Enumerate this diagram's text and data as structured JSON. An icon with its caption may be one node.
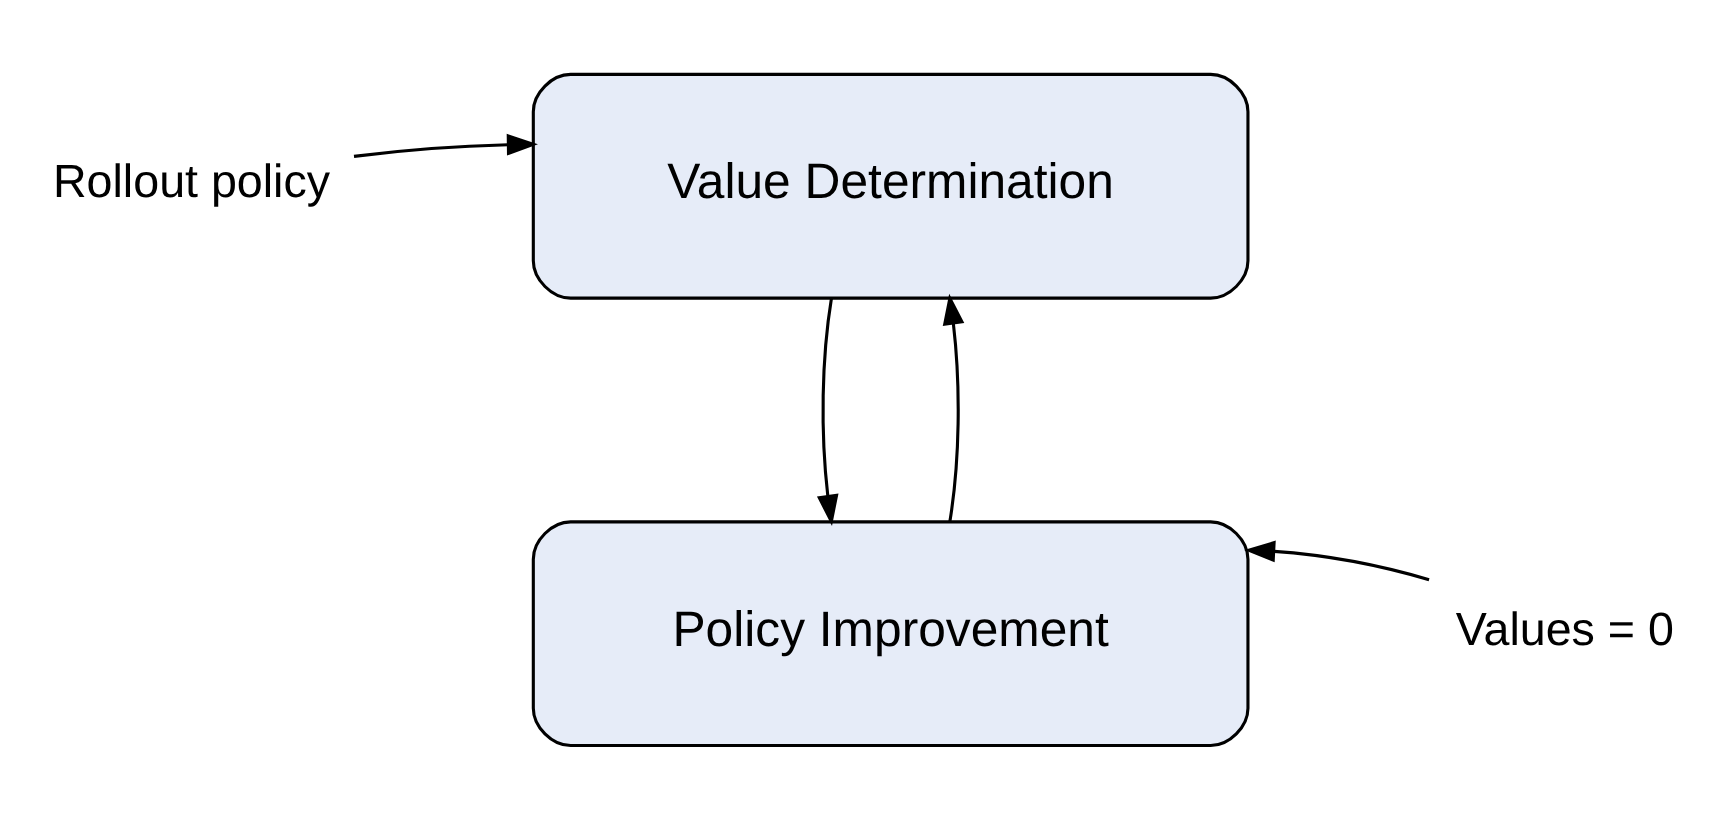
{
  "diagram": {
    "nodes": [
      {
        "text": [
          "Value Determination"
        ]
      },
      {
        "text": [
          "Policy Improvement"
        ]
      },
      {
        "text": [
          "Rollout policy"
        ]
      },
      {
        "text": [
          "Values = 0"
        ]
      }
    ],
    "edges": [
      {
        "from": 0,
        "to": 1,
        "arrow": "to"
      },
      {
        "from": 1,
        "to": 0,
        "arrow": "to"
      },
      {
        "from": 2,
        "to": 0,
        "arrow": "to"
      },
      {
        "from": 3,
        "to": 1,
        "arrow": "to"
      }
    ]
  }
}
